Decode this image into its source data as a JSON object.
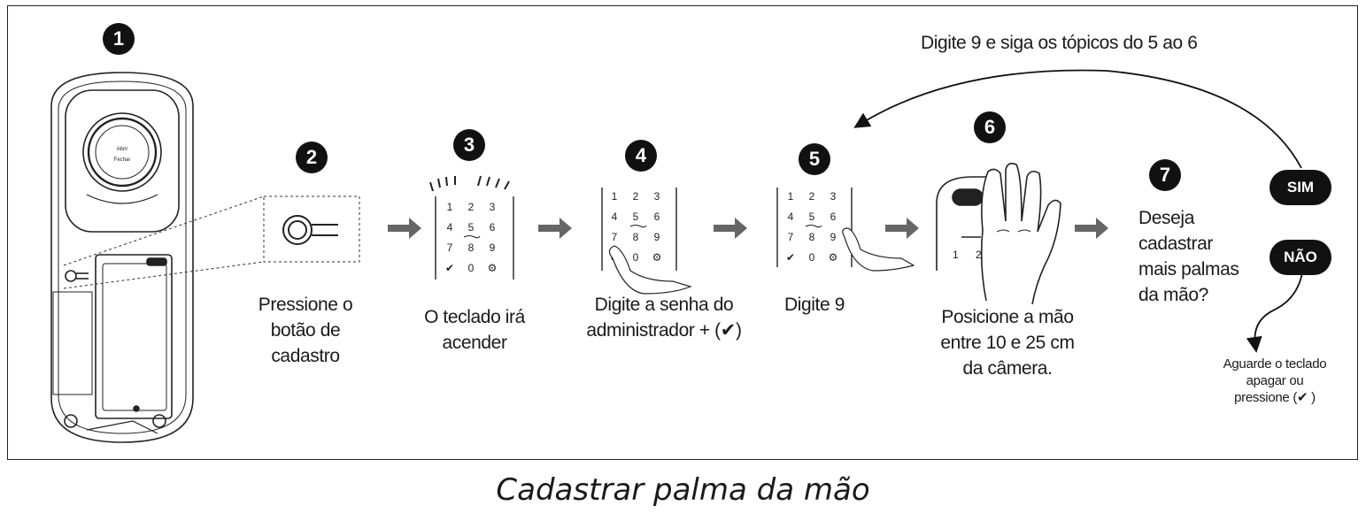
{
  "diagram": {
    "title": "Cadastrar palma da mão",
    "loop_note": "Digite 9 e siga os tópicos do 5 ao 6",
    "yes_label": "SIM",
    "no_label": "NÃO",
    "lock_knob_top": "Abrir",
    "lock_knob_bottom": "Fechar",
    "keypad_keys": [
      "1",
      "2",
      "3",
      "4",
      "5",
      "6",
      "7",
      "8",
      "9",
      "✔",
      "0",
      "⚙"
    ],
    "steps": [
      {
        "number": "1",
        "text": []
      },
      {
        "number": "2",
        "text": [
          "Pressione o",
          "botão de",
          "cadastro"
        ]
      },
      {
        "number": "3",
        "text": [
          "O teclado irá",
          "acender"
        ]
      },
      {
        "number": "4",
        "text": [
          "Digite a senha do",
          "administrador + (✔)"
        ]
      },
      {
        "number": "5",
        "text": [
          "Digite 9"
        ]
      },
      {
        "number": "6",
        "text": [
          "Posicione a mão",
          "entre 10 e 25 cm",
          "da câmera."
        ]
      },
      {
        "number": "7",
        "text": [
          "Deseja",
          "cadastrar",
          "mais palmas",
          "da mão?"
        ]
      }
    ],
    "no_result": [
      "Aguarde o teclado",
      "apagar ou",
      "pressione (✔ )"
    ]
  }
}
